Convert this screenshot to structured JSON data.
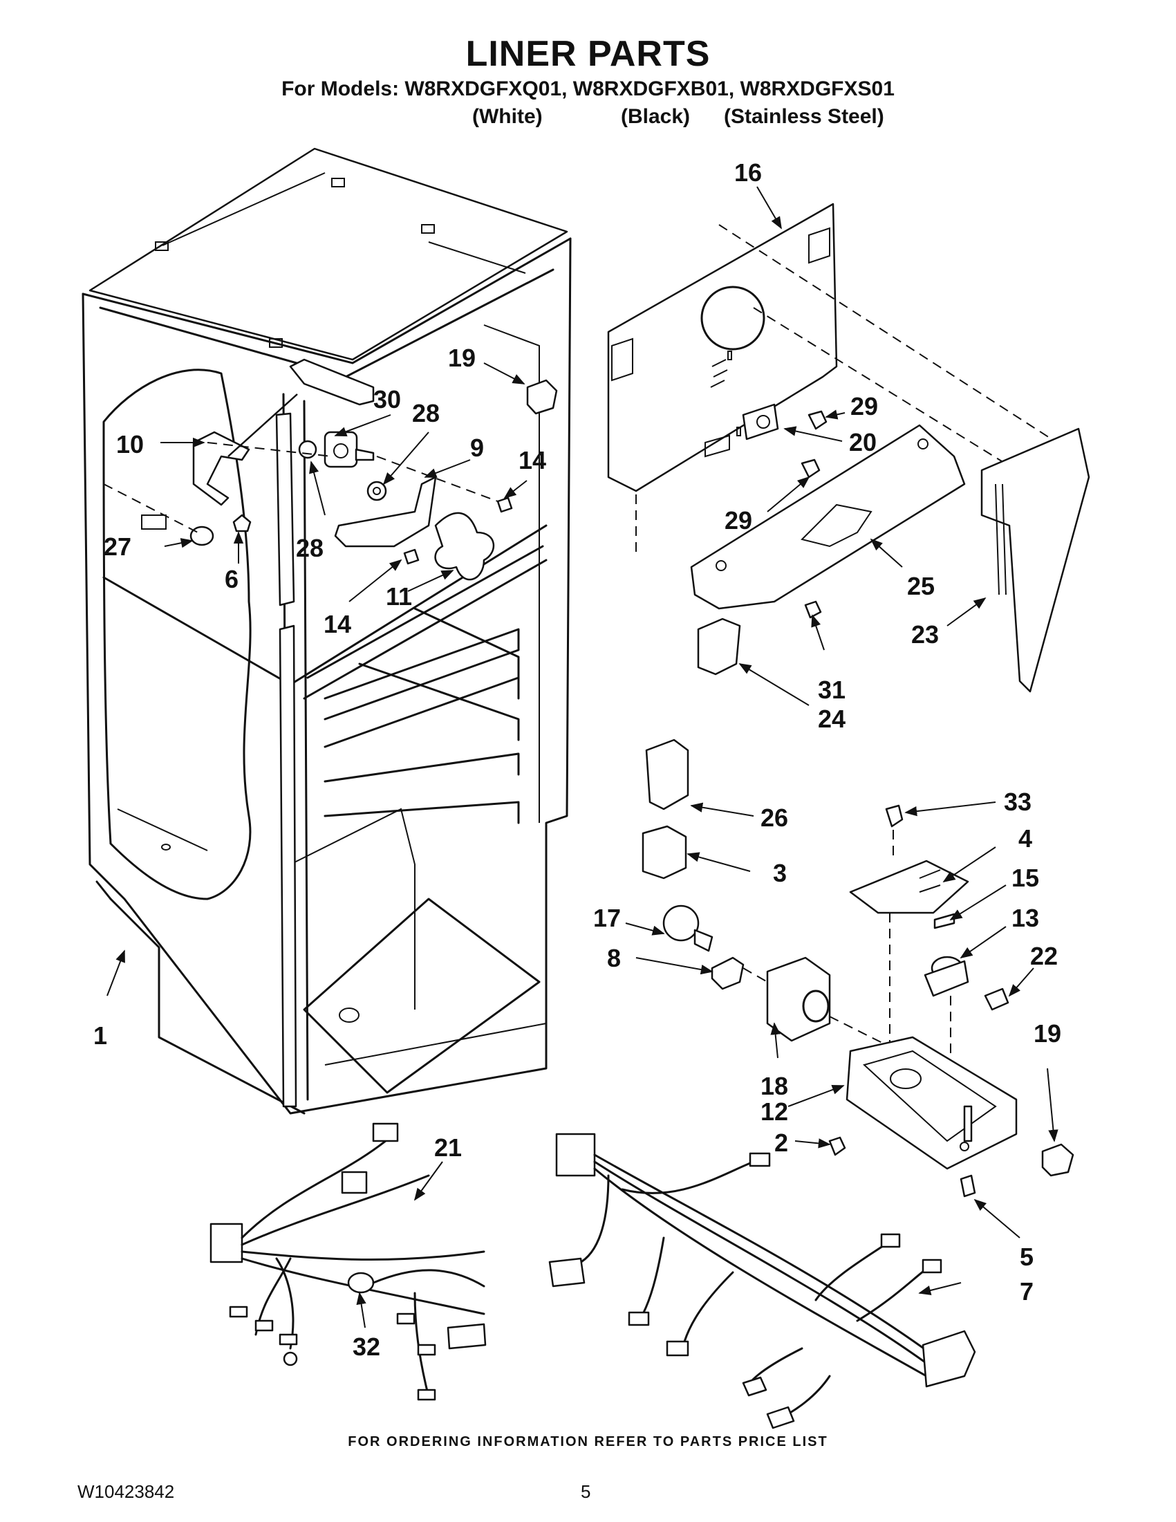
{
  "header": {
    "title": "LINER PARTS",
    "models_line": "For Models: W8RXDGFXQ01, W8RXDGFXB01, W8RXDGFXS01",
    "variant_white": "(White)",
    "variant_black": "(Black)",
    "variant_stainless": "(Stainless Steel)"
  },
  "callouts": {
    "c1": "1",
    "c2": "2",
    "c3": "3",
    "c4": "4",
    "c5": "5",
    "c6": "6",
    "c7": "7",
    "c8": "8",
    "c9": "9",
    "c10": "10",
    "c11": "11",
    "c12": "12",
    "c13": "13",
    "c14a": "14",
    "c14b": "14",
    "c15": "15",
    "c16": "16",
    "c17": "17",
    "c18": "18",
    "c19a": "19",
    "c19b": "19",
    "c20": "20",
    "c21": "21",
    "c22": "22",
    "c23": "23",
    "c24": "24",
    "c25": "25",
    "c26": "26",
    "c27": "27",
    "c28a": "28",
    "c28b": "28",
    "c29a": "29",
    "c29b": "29",
    "c30": "30",
    "c31": "31",
    "c32": "32",
    "c33": "33"
  },
  "footer": {
    "ordering_note": "FOR ORDERING INFORMATION REFER TO PARTS PRICE LIST",
    "document_id": "W10423842",
    "page_number": "5"
  }
}
